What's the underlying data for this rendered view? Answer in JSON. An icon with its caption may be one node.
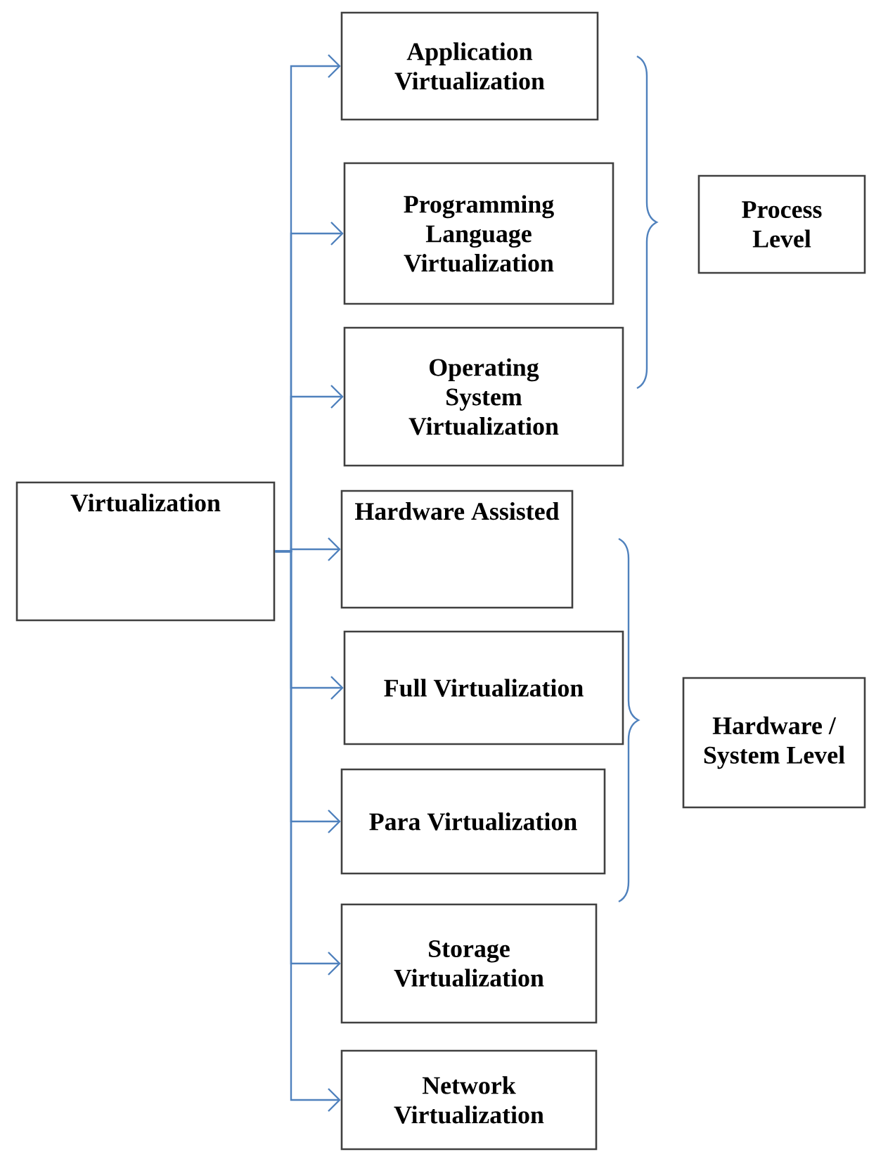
{
  "diagram": {
    "nodes": [
      {
        "text": [
          "Virtualization"
        ]
      },
      {
        "text": [
          "Application Virtualization"
        ]
      },
      {
        "text": [
          "Programming Language Virtualization"
        ]
      },
      {
        "text": [
          "Operating System Virtualization"
        ]
      },
      {
        "text": [
          "Hardware Assisted"
        ]
      },
      {
        "text": [
          "Full Virtualization"
        ]
      },
      {
        "text": [
          "Para Virtualization"
        ]
      },
      {
        "text": [
          "Storage Virtualization"
        ]
      },
      {
        "text": [
          "Network Virtualization"
        ]
      },
      {
        "text": [
          "Process Level"
        ]
      },
      {
        "text": [
          "Hardware / System Level"
        ]
      }
    ],
    "edges": [
      {
        "from": 0,
        "to": 1,
        "arrow": "to"
      },
      {
        "from": 0,
        "to": 2,
        "arrow": "to"
      },
      {
        "from": 0,
        "to": 3,
        "arrow": "to"
      },
      {
        "from": 0,
        "to": 4,
        "arrow": "to"
      },
      {
        "from": 0,
        "to": 5,
        "arrow": "to"
      },
      {
        "from": 0,
        "to": 6,
        "arrow": "to"
      },
      {
        "from": 0,
        "to": 7,
        "arrow": "to"
      },
      {
        "from": 0,
        "to": 8,
        "arrow": "to"
      }
    ]
  }
}
